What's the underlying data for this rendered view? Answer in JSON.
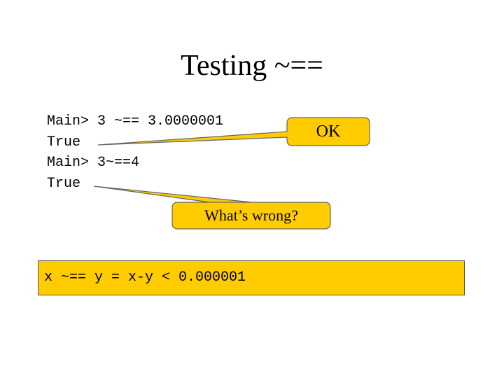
{
  "slide": {
    "title": "Testing ~==",
    "code_lines": [
      "Main> 3 ~== 3.0000001",
      "True",
      "Main> 3~==4",
      "True"
    ],
    "callouts": {
      "ok": "OK",
      "whats_wrong": "What’s wrong?"
    },
    "formula": "x ~== y = x-y < 0.000001"
  },
  "colors": {
    "callout_fill": "#ffcc00",
    "background": "#ffffff",
    "text": "#000000"
  }
}
